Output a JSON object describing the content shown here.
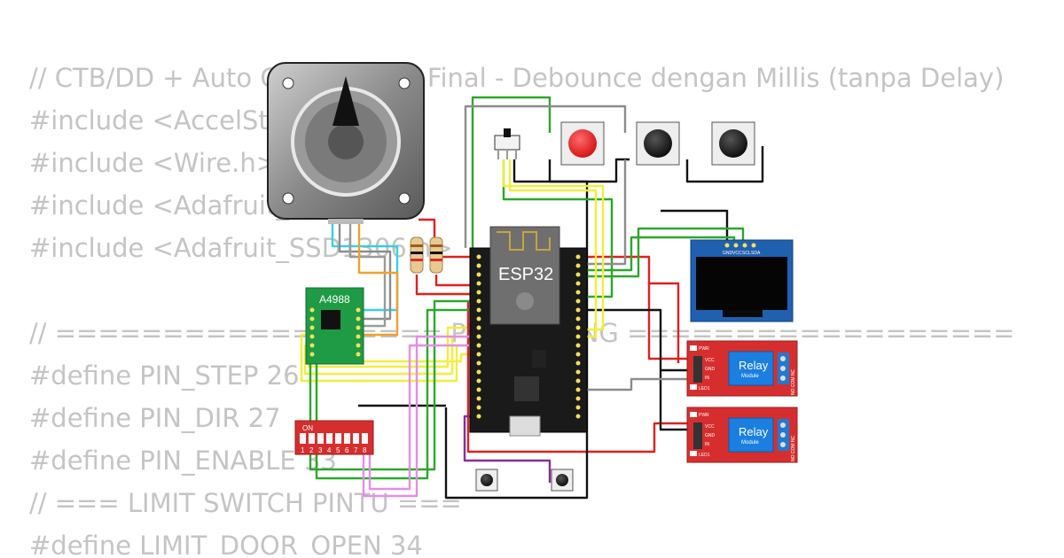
{
  "code_lines": [
    "// CTB/DD + Auto Close ESP32 Final - Debounce dengan Millis (tanpa Delay)",
    "#include <AccelStepper.h>",
    "#include <Wire.h>",
    "#include <Adafruit_GFX.h>",
    "#include <Adafruit_SSD1306.h>",
    "",
    "// ================== PIN MAPPING ==================",
    "#define PIN_STEP 26",
    "#define PIN_DIR 27",
    "#define PIN_ENABLE 33",
    "// === LIMIT SWITCH PINTU ===",
    "#define LIMIT_DOOR_OPEN 34"
  ],
  "components": {
    "mcu_label": "ESP32",
    "driver_label": "A4988",
    "dip_switch": {
      "on_label": "ON",
      "numbers": [
        "1",
        "2",
        "3",
        "4",
        "5",
        "6",
        "7",
        "8"
      ]
    },
    "oled_pins": [
      "GND",
      "VCC",
      "SCL",
      "SDA"
    ],
    "relays": [
      {
        "title": "Relay",
        "subtitle": "Module",
        "pwr": "PWR",
        "led": "LED1",
        "pins": [
          "VCC",
          "GND",
          "IN"
        ],
        "terminals": "NO COM NC"
      },
      {
        "title": "Relay",
        "subtitle": "Module",
        "pwr": "PWR",
        "led": "LED1",
        "pins": [
          "VCC",
          "GND",
          "IN"
        ],
        "terminals": "NO COM NC"
      }
    ]
  },
  "colors": {
    "code_text": "#c4c4c4",
    "wire_red": "#e01f1f",
    "wire_black": "#111111",
    "wire_green": "#2aa82a",
    "wire_yellow": "#f2ee3a",
    "wire_gray": "#8c8c8c",
    "wire_cyan": "#35d0e6",
    "wire_pink": "#e58ce8",
    "wire_purple": "#8a2c9a",
    "wire_orange": "#f0a030",
    "board_dark": "#1a1a1a",
    "oled_blue": "#2060b0",
    "relay_red": "#d62e2e",
    "relay_blue": "#1a7fe0",
    "driver_green": "#1f9a45"
  }
}
